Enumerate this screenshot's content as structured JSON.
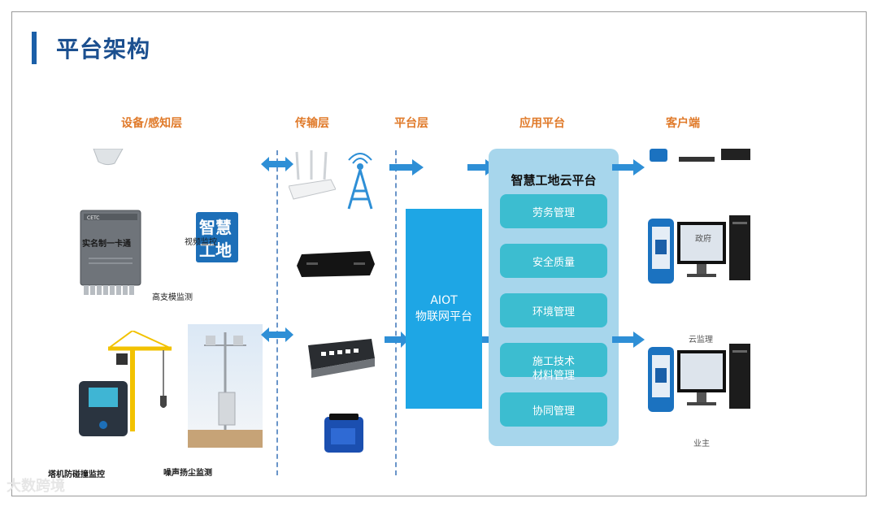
{
  "title": "平台架构",
  "layers": {
    "device": "设备/感知层",
    "transport": "传输层",
    "platform": "平台层",
    "application": "应用平台",
    "client": "客户端"
  },
  "devices": {
    "realname": "实名制一卡通",
    "video": "视频监控",
    "formwork": "高支模监测",
    "tower_crane": "塔机防碰撞监控",
    "noise": "噪声扬尘监测",
    "card_brand": "CETC",
    "smart_site_logo": "智慧工地"
  },
  "aiot": {
    "line1": "AIOT",
    "line2": "物联网平台"
  },
  "cloud": {
    "title": "智慧工地云平台",
    "modules": [
      "劳务管理",
      "安全质量",
      "环境管理",
      "施工技术",
      "材料管理",
      "协同管理"
    ]
  },
  "clients": {
    "government": "政府",
    "cloud_supervision": "云监理",
    "owner": "业主"
  },
  "watermark": "大数跨境",
  "colors": {
    "title": "#1b4f8f",
    "layer_heading": "#e07a2a",
    "aiot": "#1ea6e5",
    "cloud_panel": "#a7d6ec",
    "module": "#3cbdd0",
    "arrow": "#2e8fd6"
  }
}
